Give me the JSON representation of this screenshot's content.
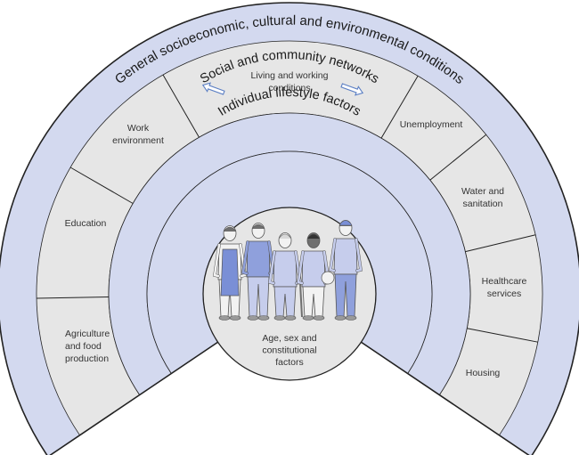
{
  "colors": {
    "ring_fill": "#d3d9ef",
    "segment_fill": "#e6e6e6",
    "outline": "#222222",
    "arrow": "#5b7fc4",
    "figure_fill": "#8fa0dc"
  },
  "rings": {
    "outer": "General socioeconomic, cultural and environmental conditions",
    "social": "Social and community networks",
    "individual": "Individual lifestyle factors"
  },
  "segments": [
    {
      "id": "agriculture",
      "lines": [
        "Agriculture",
        "and food",
        "production"
      ]
    },
    {
      "id": "education",
      "lines": [
        "Education"
      ]
    },
    {
      "id": "work-environment",
      "lines": [
        "Work",
        "environment"
      ]
    },
    {
      "id": "living-working",
      "lines": [
        "Living and working",
        "conditions"
      ]
    },
    {
      "id": "unemployment",
      "lines": [
        "Unemployment"
      ]
    },
    {
      "id": "water-sanitation",
      "lines": [
        "Water and",
        "sanitation"
      ]
    },
    {
      "id": "healthcare",
      "lines": [
        "Healthcare",
        "services"
      ]
    },
    {
      "id": "housing",
      "lines": [
        "Housing"
      ]
    }
  ],
  "center": {
    "lines": [
      "Age, sex and",
      "constitutional",
      "factors"
    ],
    "figures": [
      "man-apron",
      "woman-suit",
      "elderly-woman-cane",
      "youth-basketball",
      "man-cap"
    ]
  },
  "icons": {
    "left_arrow": "arrow-left-icon",
    "right_arrow": "arrow-right-icon"
  }
}
